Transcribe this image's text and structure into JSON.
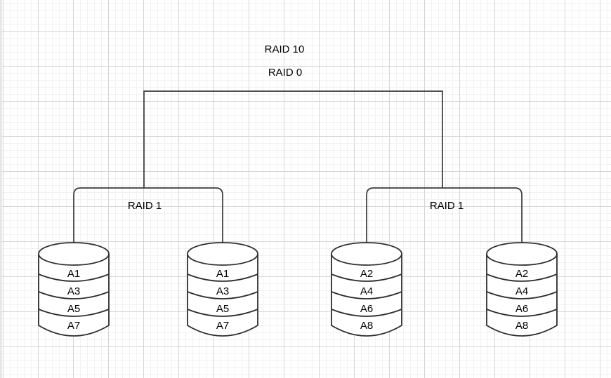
{
  "canvas": {
    "background": "#ffffff",
    "grid_minor_color": "#f2f2f2",
    "grid_major_color": "#d6d6d6",
    "stroke_color": "#2e2e2e",
    "text_color": "#000000"
  },
  "diagram": {
    "title": "RAID 10",
    "root": {
      "label": "RAID 0"
    },
    "groups": [
      {
        "label": "RAID 1",
        "disks": [
          {
            "blocks": [
              "A1",
              "A3",
              "A5",
              "A7"
            ]
          },
          {
            "blocks": [
              "A1",
              "A3",
              "A5",
              "A7"
            ]
          }
        ]
      },
      {
        "label": "RAID 1",
        "disks": [
          {
            "blocks": [
              "A2",
              "A4",
              "A6",
              "A8"
            ]
          },
          {
            "blocks": [
              "A2",
              "A4",
              "A6",
              "A8"
            ]
          }
        ]
      }
    ]
  }
}
